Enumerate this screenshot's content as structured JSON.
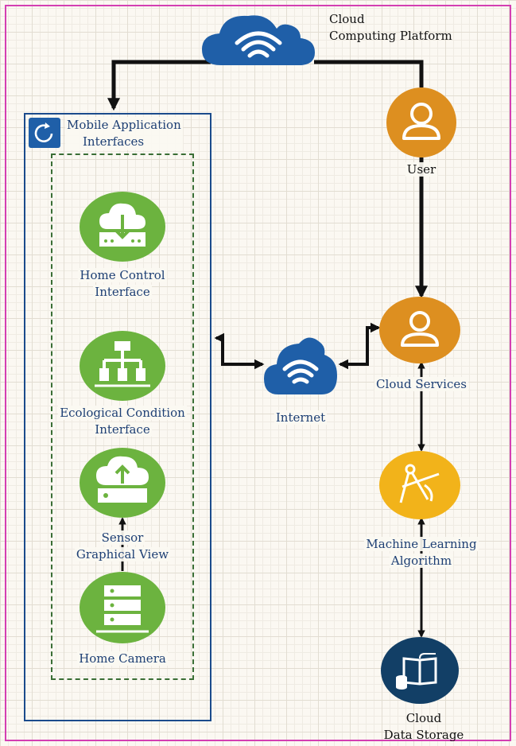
{
  "diagram": {
    "cloud_platform": {
      "label_line1": "Cloud",
      "label_line2": "Computing Platform"
    },
    "user": {
      "label": "User"
    },
    "mobile_panel": {
      "title_line1": "Mobile Application",
      "title_line2": "Interfaces"
    },
    "home_control": {
      "label_line1": "Home Control",
      "label_line2": "Interface"
    },
    "ecological": {
      "label_line1": "Ecological Condition",
      "label_line2": "Interface"
    },
    "sensor": {
      "label_line1": "Sensor",
      "label_line2": "Graphical View"
    },
    "home_camera": {
      "label": "Home Camera"
    },
    "internet": {
      "label": "Internet"
    },
    "cloud_services": {
      "label": "Cloud Services"
    },
    "ml": {
      "label_line1": "Machine Learning",
      "label_line2": "Algorithm"
    },
    "storage": {
      "label_line1": "Cloud",
      "label_line2": "Data Storage"
    }
  },
  "colors": {
    "blue": "#1f5fa8",
    "green": "#6cb33f",
    "orange": "#dd8f20",
    "yellow": "#f2b31a",
    "navy": "#123f66",
    "label": "#1d3f74",
    "frame": "#d43fb2"
  },
  "icons": {
    "cloud_platform": "wifi-cloud-icon",
    "user": "user-icon",
    "panel_badge": "refresh-icon",
    "home_control": "cloud-download-icon",
    "ecological": "hierarchy-icon",
    "sensor": "cloud-upload-icon",
    "home_camera": "server-icon",
    "internet": "wifi-cloud-icon",
    "cloud_services": "user-icon",
    "ml": "compass-icon",
    "storage": "book-database-icon"
  }
}
